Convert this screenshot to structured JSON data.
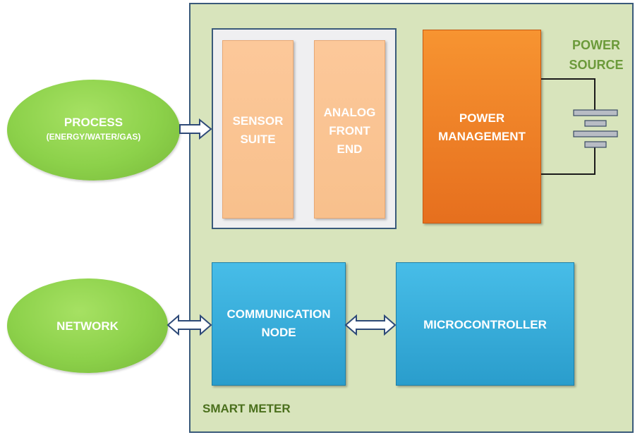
{
  "smart_meter": {
    "label": "SMART METER"
  },
  "sensor_suite": {
    "line1": "SENSOR",
    "line2": "SUITE"
  },
  "analog_front_end": {
    "line1": "ANALOG",
    "line2": "FRONT",
    "line3": "END"
  },
  "power_management": {
    "line1": "POWER",
    "line2": "MANAGEMENT"
  },
  "power_source": {
    "line1": "POWER",
    "line2": "SOURCE"
  },
  "process": {
    "label": "PROCESS",
    "sublabel": "(ENERGY/WATER/GAS)"
  },
  "network": {
    "label": "NETWORK"
  },
  "communication_node": {
    "line1": "COMMUNICATION",
    "line2": "NODE"
  },
  "microcontroller": {
    "label": "MICROCONTROLLER"
  },
  "colors": {
    "meter_fill": "#d8e4bc",
    "sensor_fill": "#fac08f",
    "power_fill": "#f0821f",
    "comm_fill": "#31aed9",
    "oval_fill": "#8cd14a",
    "label_green": "#4a6f1c",
    "arrow_stroke": "#2e4a78"
  }
}
